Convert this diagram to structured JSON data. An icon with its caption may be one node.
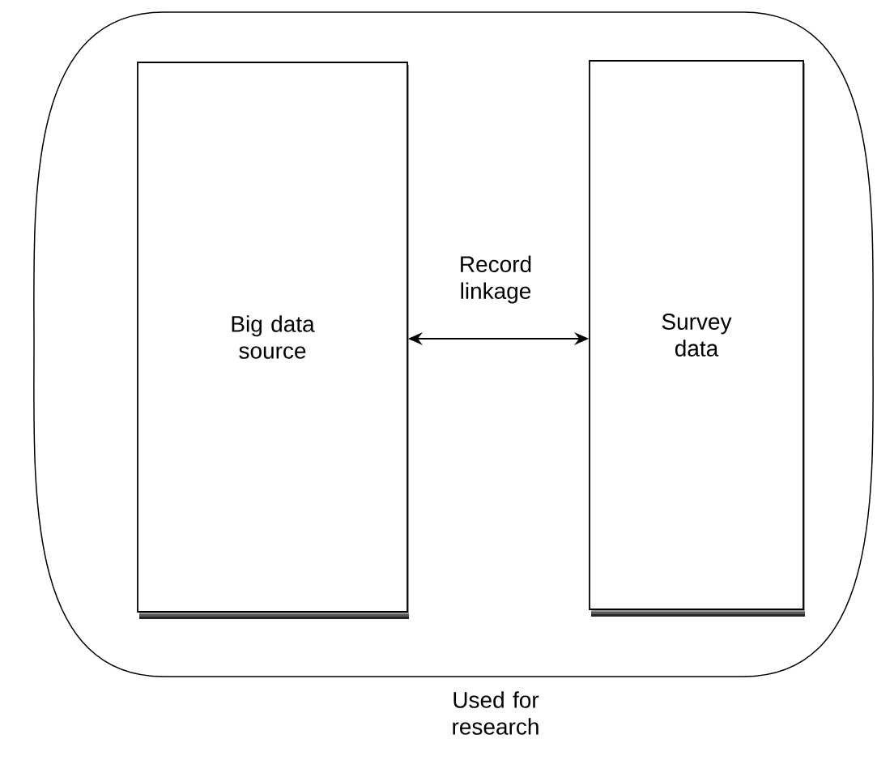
{
  "diagram": {
    "nodes": [
      {
        "text": [
          "Used for research"
        ]
      },
      {
        "text": [
          "Big data source"
        ],
        "in": 0
      },
      {
        "text": [
          "Survey data"
        ],
        "in": 0
      }
    ],
    "edges": [
      {
        "from": 1,
        "to": 2,
        "arrow": "both",
        "label": "Record linkage"
      }
    ]
  }
}
